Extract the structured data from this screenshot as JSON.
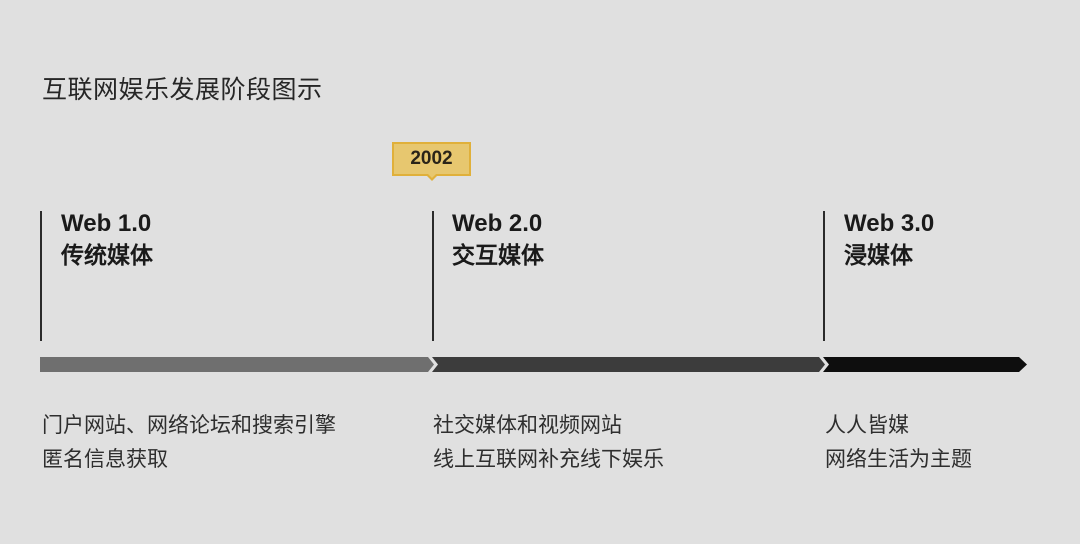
{
  "title": "互联网娱乐发展阶段图示",
  "marker": {
    "label": "2002",
    "fill": "#e7c76f",
    "border": "#e0b03a"
  },
  "stages": [
    {
      "version": "Web 1.0",
      "name": "传统媒体",
      "bar_color": "#6f6f6f",
      "desc": [
        "门户网站、网络论坛和搜索引擎",
        "匿名信息获取"
      ]
    },
    {
      "version": "Web 2.0",
      "name": "交互媒体",
      "bar_color": "#3c3c3c",
      "desc": [
        "社交媒体和视频网站",
        "线上互联网补充线下娱乐"
      ]
    },
    {
      "version": "Web 3.0",
      "name": "浸媒体",
      "bar_color": "#0e0e0e",
      "desc": [
        "人人皆媒",
        "网络生活为主题"
      ]
    }
  ]
}
